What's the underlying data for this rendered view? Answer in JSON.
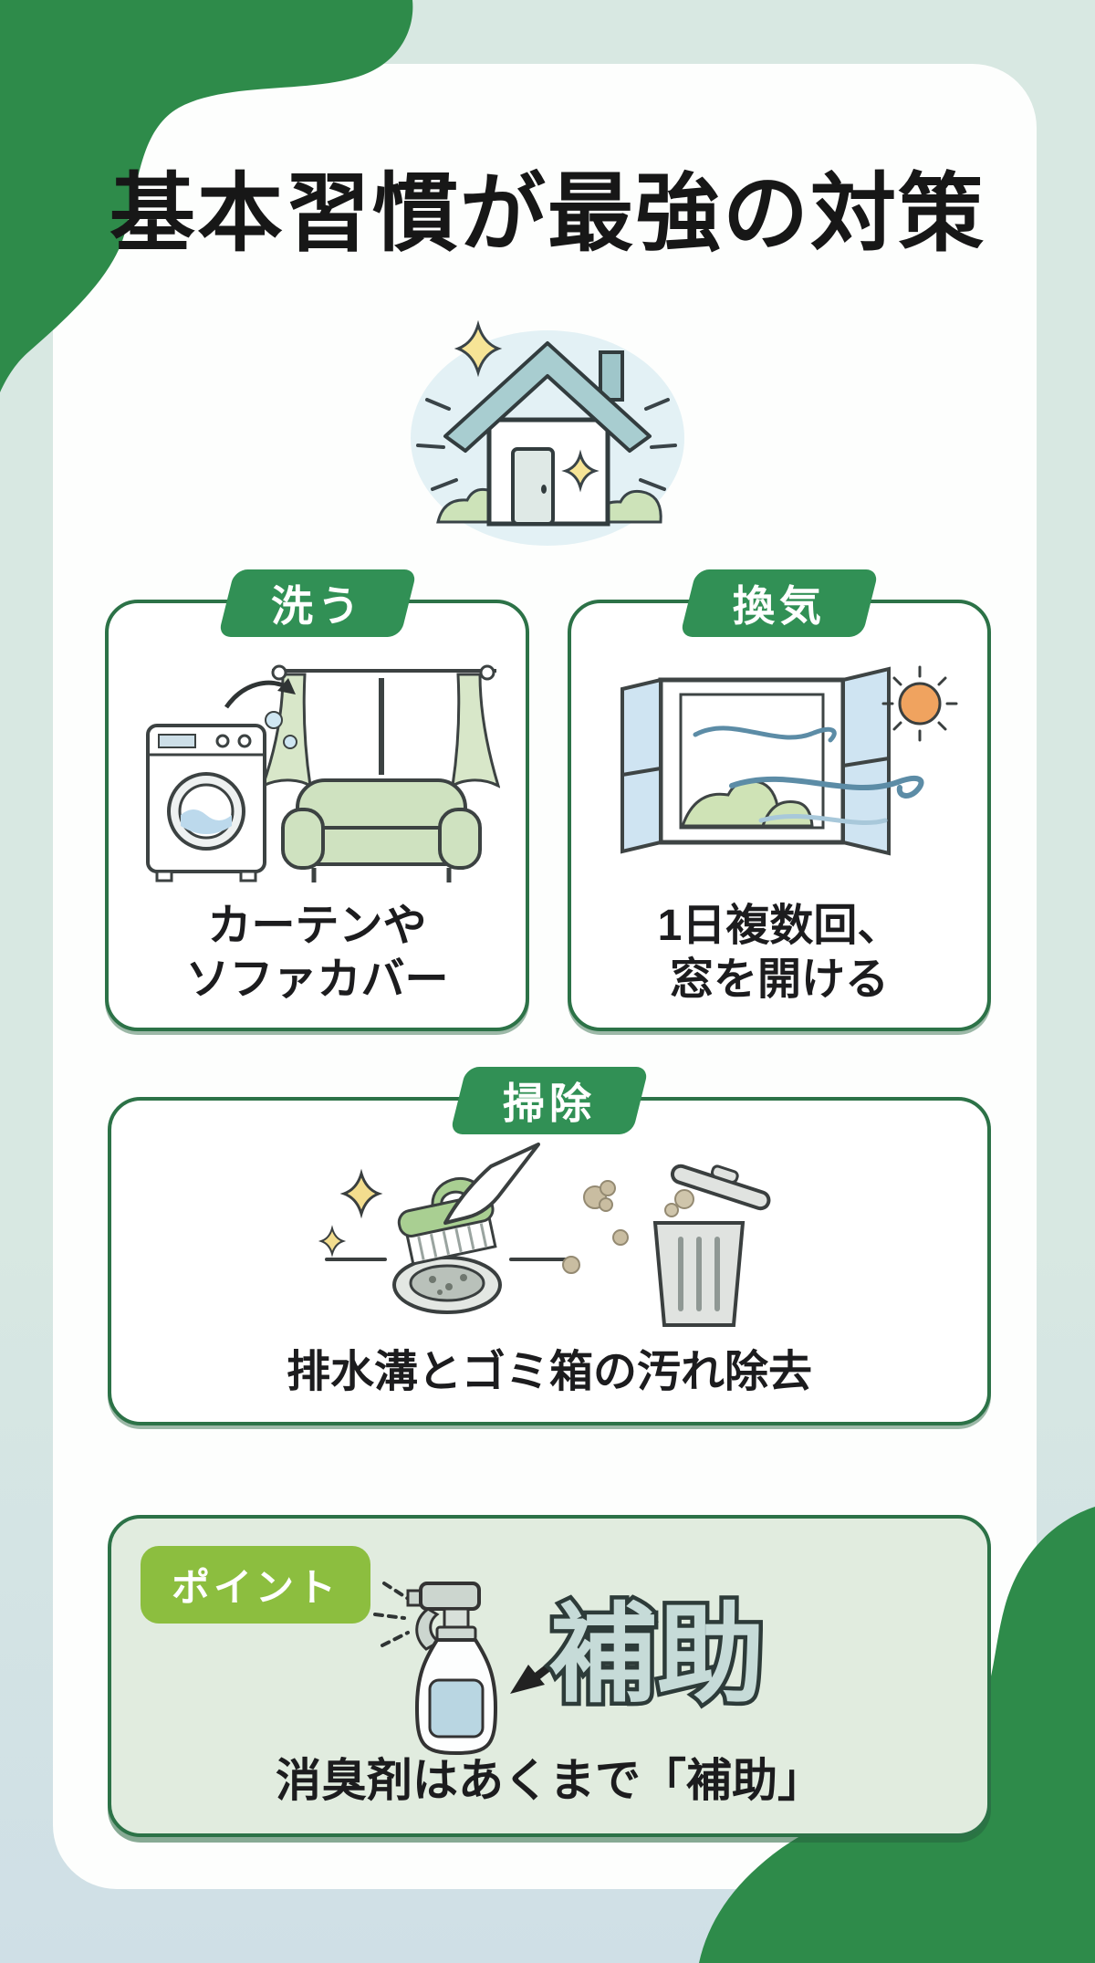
{
  "title": "基本習慣が最強の対策",
  "cards": [
    {
      "tab": "洗う",
      "line1": "カーテンや",
      "line2": "ソファカバー"
    },
    {
      "tab": "換気",
      "line1": "1日複数回、",
      "line2": "窓を開ける"
    },
    {
      "tab": "掃除",
      "text": "排水溝とゴミ箱の汚れ除去"
    }
  ],
  "point_card": {
    "badge": "ポイント",
    "illustration_label": "補助",
    "text": "消臭剤はあくまで「補助」"
  },
  "icons": [
    "sparkling-house-icon",
    "sparkle-icon",
    "washing-machine-icon",
    "curtain-icon",
    "sofa-icon",
    "bubble-arrow-icon",
    "open-window-icon",
    "sun-icon",
    "wind-icon",
    "scrub-brush-icon",
    "drain-icon",
    "hand-icon",
    "dirt-icon",
    "trash-can-icon",
    "spray-bottle-icon",
    "arrow-icon"
  ],
  "colors": {
    "blob-green": "#2e8b4a",
    "tab-green": "#319055",
    "border-green": "#2c7247",
    "badge-green": "#8cbe3f",
    "point-bg": "#e1ecdf",
    "page-bg": "#d8e8e2",
    "page-bg2": "#cfdfe6",
    "ink": "#1c1c1e",
    "soft-green": "#cfe2c0",
    "soft-blue": "#cfe4f2",
    "hojo-fill": "#c6dbd8",
    "hojo-stroke": "#2d3b39"
  }
}
